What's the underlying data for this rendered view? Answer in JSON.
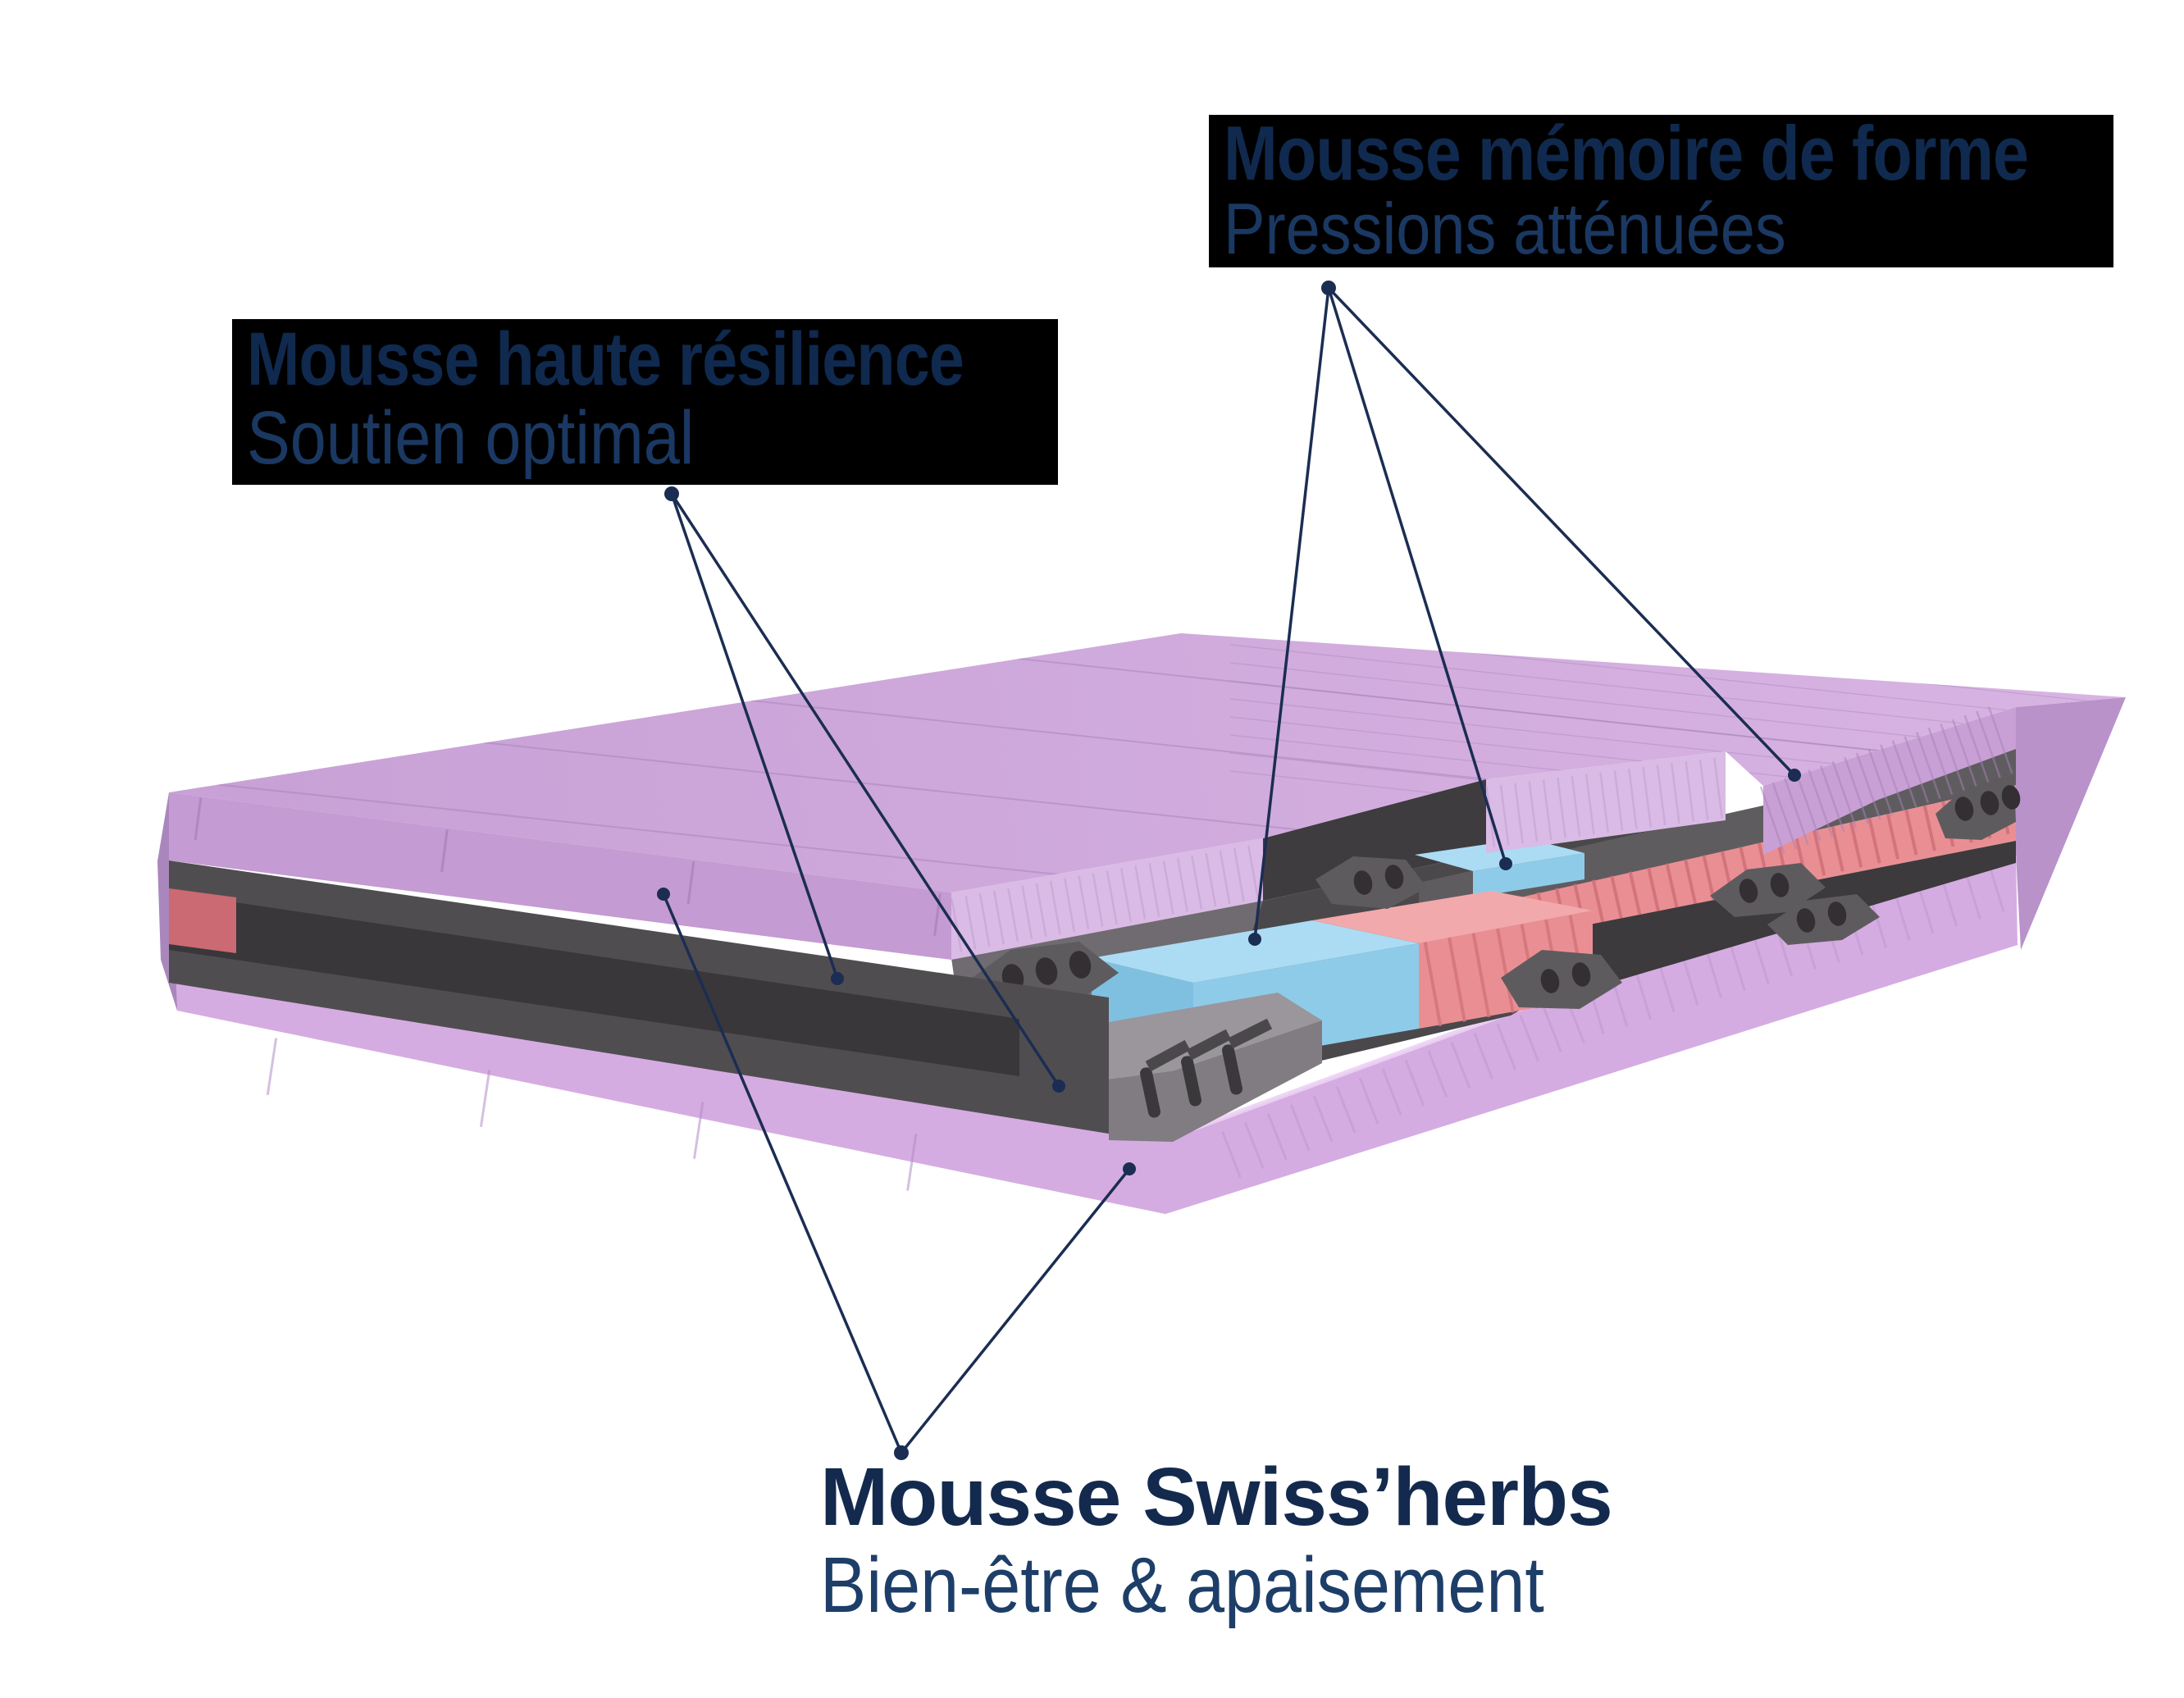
{
  "labels": {
    "memory_foam": {
      "title": "Mousse mémoire de forme",
      "subtitle": "Pressions atténuées"
    },
    "high_resilience": {
      "title": "Mousse haute résilience",
      "subtitle": "Soutien optimal"
    },
    "swiss_herbs": {
      "title": "Mousse Swiss’herbs",
      "subtitle": "Bien-être & apaisement"
    }
  },
  "colors": {
    "background": "#ffffff",
    "label_background": "#000000",
    "label_title": "#10294e",
    "label_subtitle": "#1a3862",
    "leader_line": "#1b2d52",
    "purple_top_surface": "#cfa8dc",
    "purple_front_face": "#c49bd2",
    "purple_bottom_layer": "#d5ace1",
    "memory_foam_blue_top": "#abdcf4",
    "memory_foam_blue_front": "#8ecbe9",
    "coral_foam_front": "#e98f93",
    "coral_foam_top": "#f2a9ac",
    "gray_layer_dark": "#504d50",
    "gray_layer_mid": "#6f6b70",
    "gray_layer_light": "#9a969b"
  }
}
